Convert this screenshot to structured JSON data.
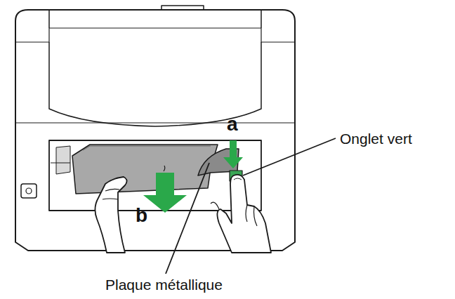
{
  "diagram": {
    "labels": [
      "a",
      "b",
      "Onglet vert",
      "Plaque métallique"
    ]
  }
}
